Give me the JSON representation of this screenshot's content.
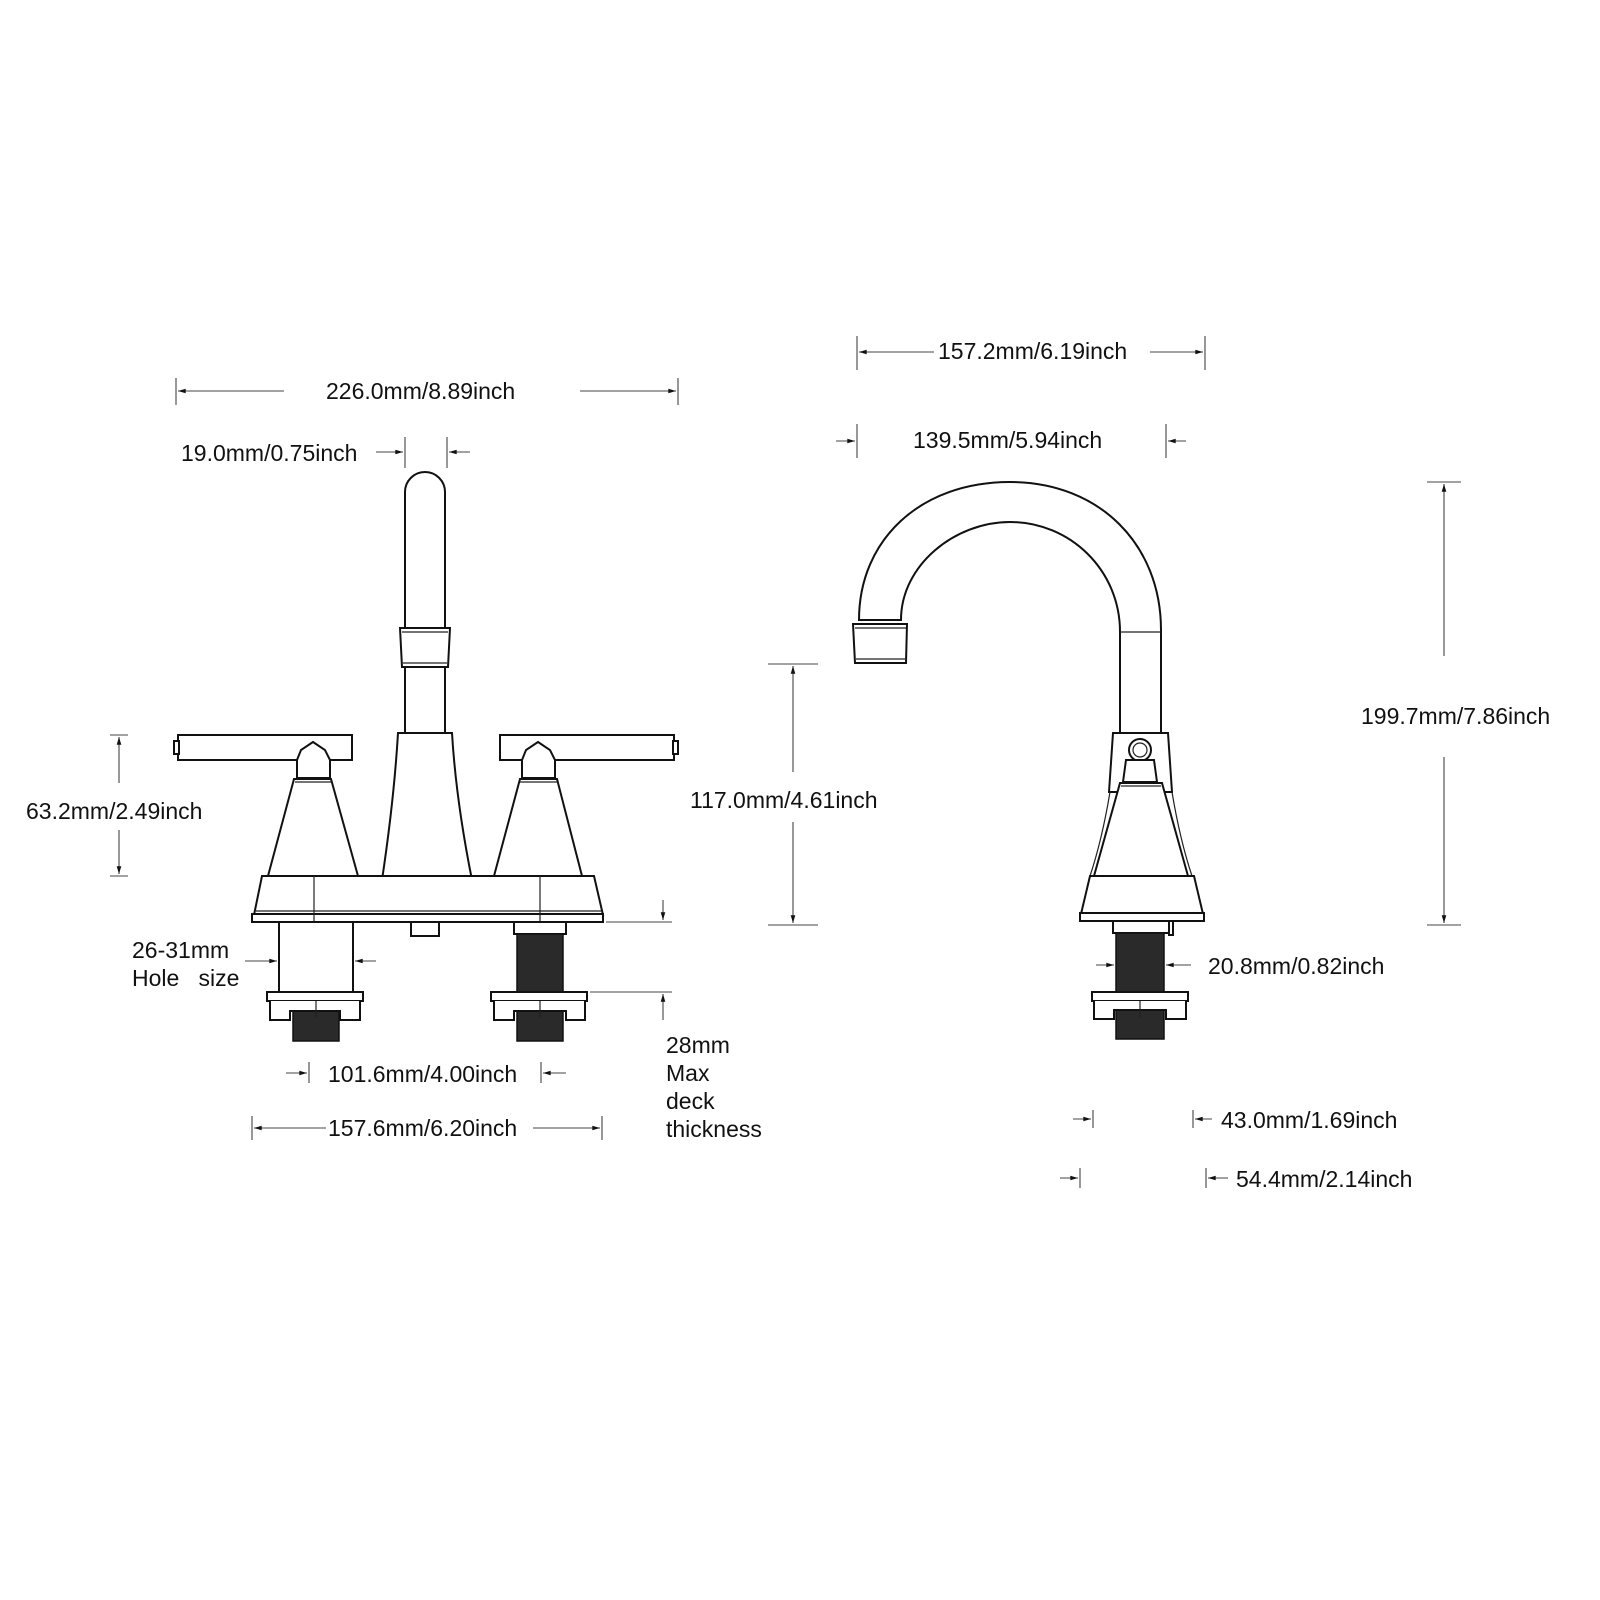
{
  "diagram": {
    "title": "Faucet dimension drawing",
    "line_color": "#111111",
    "background": "#ffffff",
    "front_view": {
      "overall_width": "226.0mm/8.89inch",
      "spout_diameter": "19.0mm/0.75inch",
      "handle_height": "63.2mm/2.49inch",
      "hole_size_line1": "26-31mm",
      "hole_size_line2": "Hole   size",
      "center_spacing": "101.6mm/4.00inch",
      "base_width": "157.6mm/6.20inch",
      "spout_height": "117.0mm/4.61inch",
      "deck_thickness_lines": [
        "28mm",
        "Max",
        "deck",
        "thickness"
      ]
    },
    "side_view": {
      "spout_reach_total": "157.2mm/6.19inch",
      "spout_reach": "139.5mm/5.94inch",
      "total_height": "199.7mm/7.86inch",
      "shank_diameter": "20.8mm/0.82inch",
      "base_depth_inner": "43.0mm/1.69inch",
      "base_depth_outer": "54.4mm/2.14inch"
    }
  }
}
